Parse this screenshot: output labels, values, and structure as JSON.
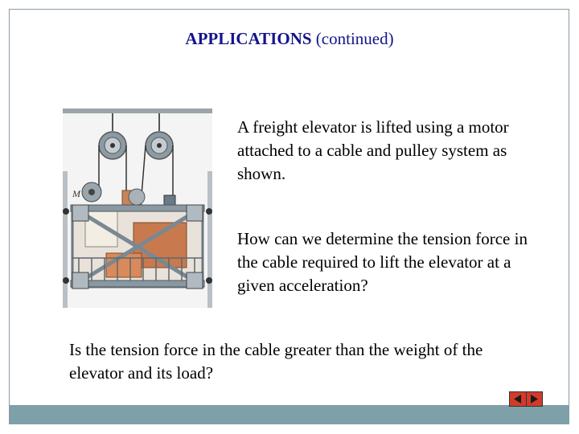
{
  "slide": {
    "title_bold": "APPLICATIONS",
    "title_rest": " (continued)",
    "paragraph_1": "A freight elevator is lifted using a motor attached to a cable and pulley system as shown.",
    "paragraph_2": "How can we determine the tension force in the cable required to lift the elevator at a given acceleration?",
    "paragraph_3": "Is the tension force in the cable greater than the weight of the elevator and its load?",
    "figure_label": "M"
  },
  "navigation": {
    "prev_icon": "triangle-left-icon",
    "next_icon": "triangle-right-icon"
  },
  "colors": {
    "title": "#14148c",
    "bottom_bar": "#7ea0a8",
    "nav_button": "#d23a2a"
  }
}
